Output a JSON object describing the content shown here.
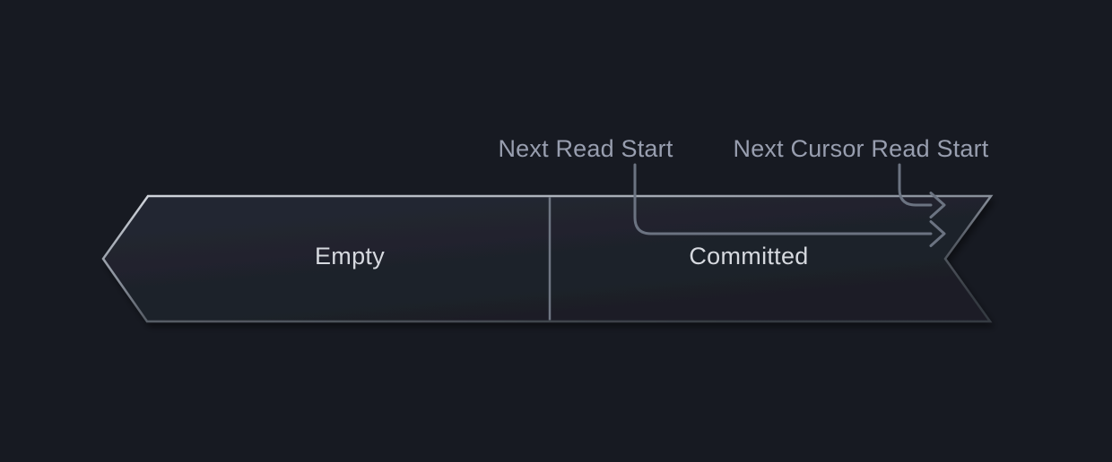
{
  "diagram": {
    "description": "Ring buffer ribbon diagram with read cursors",
    "segments": [
      {
        "id": "empty",
        "label": "Empty"
      },
      {
        "id": "committed",
        "label": "Committed"
      }
    ],
    "pointers": [
      {
        "id": "next-read-start",
        "label": "Next Read Start"
      },
      {
        "id": "next-cursor-read-start",
        "label": "Next Cursor Read Start"
      }
    ]
  },
  "colors": {
    "background": "#171a22",
    "segment_label_text": "#d6d9df",
    "pointer_label_text": "#989eaf",
    "arrow_stroke": "#6b7381",
    "divider_stroke": "#6f7683",
    "border_light": "#d3d7de",
    "border_mid": "#878e99",
    "border_dim": "#5a6069",
    "border_dark": "#363b42",
    "ribbon_fill_light": "#242833",
    "ribbon_fill_dark": "#1b1e26"
  }
}
